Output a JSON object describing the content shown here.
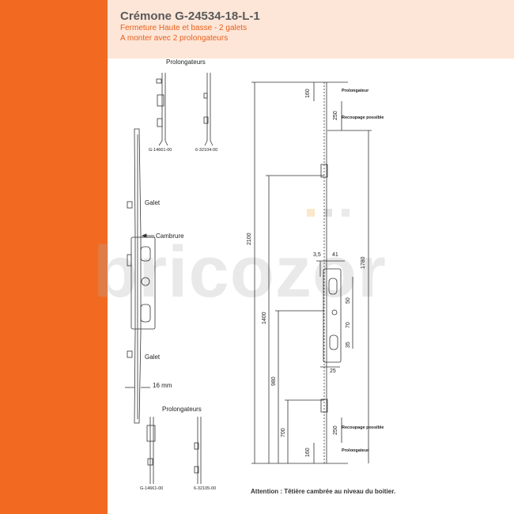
{
  "header": {
    "title": "Crémone G-24534-18-L-1",
    "subtitle1": "Fermeture Haute et basse - 2 galets",
    "subtitle2": "A monter avec 2 prolongateurs"
  },
  "left": {
    "prolongateurs_top": "Prolongateurs",
    "ref_top_a": "G-14661-00",
    "ref_top_b": "6-32104-00",
    "galet_top": "Galet",
    "cambrure": "Cambrure",
    "galet_bottom": "Galet",
    "width_16": "16 mm",
    "prolongateurs_bottom": "Prolongateurs",
    "ref_bot_a": "G-14661-00",
    "ref_bot_b": "6-32105-00"
  },
  "drawing": {
    "prolongateur_top": "Prolongateur",
    "recoupage_top": "Recoupage possible",
    "recoupage_bottom": "Recoupage possible",
    "prolongateur_bottom": "Prolongateur",
    "dim_160_top": "160",
    "dim_250_top": "250",
    "dim_2100": "2100",
    "dim_1780": "1780",
    "dim_3_5": "3,5",
    "dim_41": "41",
    "dim_50": "50",
    "dim_70": "70",
    "dim_35": "35",
    "dim_1400": "1400",
    "dim_25": "25",
    "dim_980": "980",
    "dim_700": "700",
    "dim_250_bot": "250",
    "dim_160_bot": "160"
  },
  "watermark": "bricozor",
  "footer": {
    "attention": "Attention : Têtière cambrée au niveau du boitier."
  },
  "colors": {
    "sidebar": "#f26a21",
    "header_bg": "#fde6d8",
    "accent_text": "#e8601c"
  }
}
